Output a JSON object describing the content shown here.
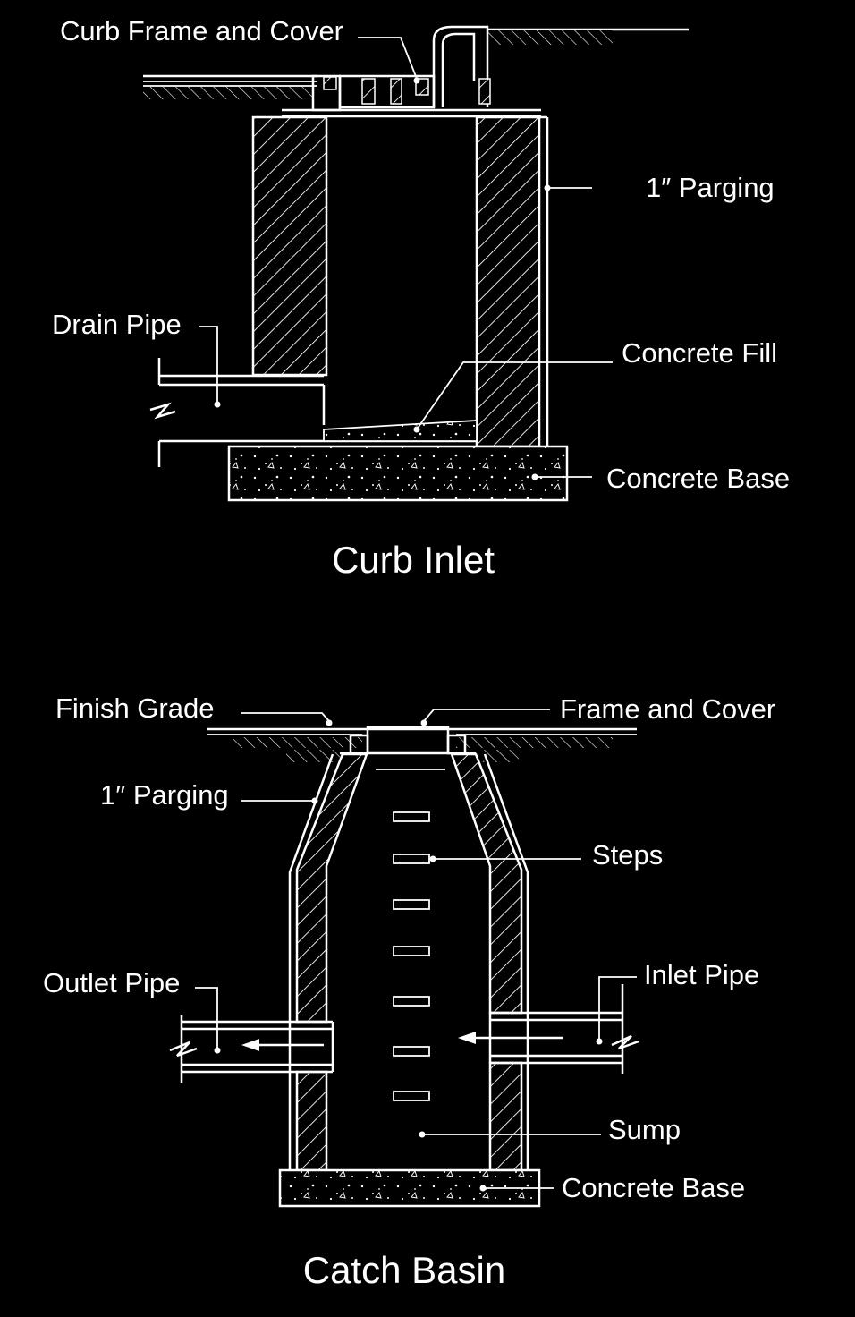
{
  "curb_inlet": {
    "title": "Curb Inlet",
    "labels": {
      "curb_frame_and_cover": "Curb Frame and Cover",
      "parging": "1″ Parging",
      "drain_pipe": "Drain Pipe",
      "concrete_fill": "Concrete Fill",
      "concrete_base": "Concrete Base"
    }
  },
  "catch_basin": {
    "title": "Catch Basin",
    "labels": {
      "finish_grade": "Finish Grade",
      "frame_and_cover": "Frame and Cover",
      "parging": "1″ Parging",
      "steps": "Steps",
      "outlet_pipe": "Outlet Pipe",
      "inlet_pipe": "Inlet Pipe",
      "sump": "Sump",
      "concrete_base": "Concrete Base"
    }
  },
  "colors": {
    "background": "#000000",
    "linework": "#ffffff"
  }
}
